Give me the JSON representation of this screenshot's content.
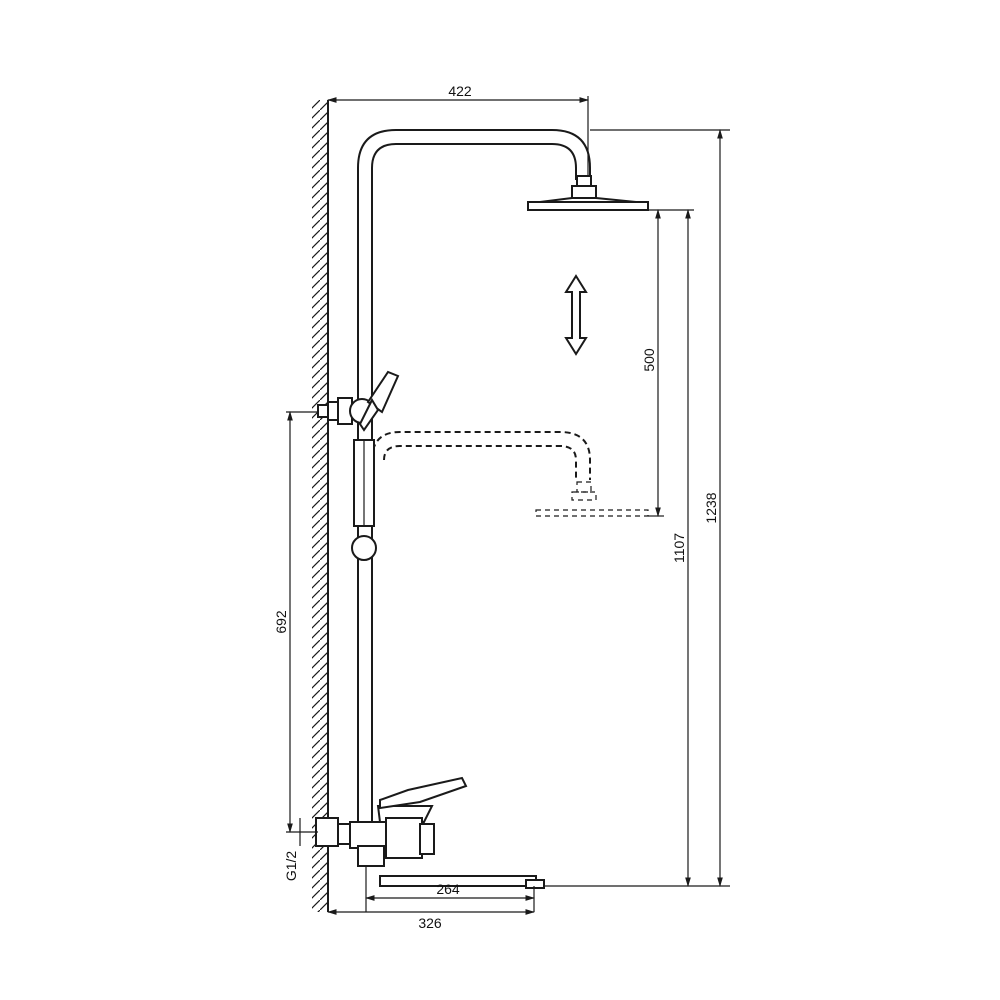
{
  "dimensions": {
    "arm_reach": "422",
    "height_adjust": "500",
    "head_height_low": "1107",
    "total_height": "1238",
    "slide_bar_height": "692",
    "inlet_thread": "G1/2",
    "spout_length": "264",
    "mixer_depth": "326"
  },
  "colors": {
    "line": "#1a1a1a",
    "background": "#ffffff"
  },
  "icons": {
    "adjust_arrow": "double-vertical-arrow-icon"
  }
}
